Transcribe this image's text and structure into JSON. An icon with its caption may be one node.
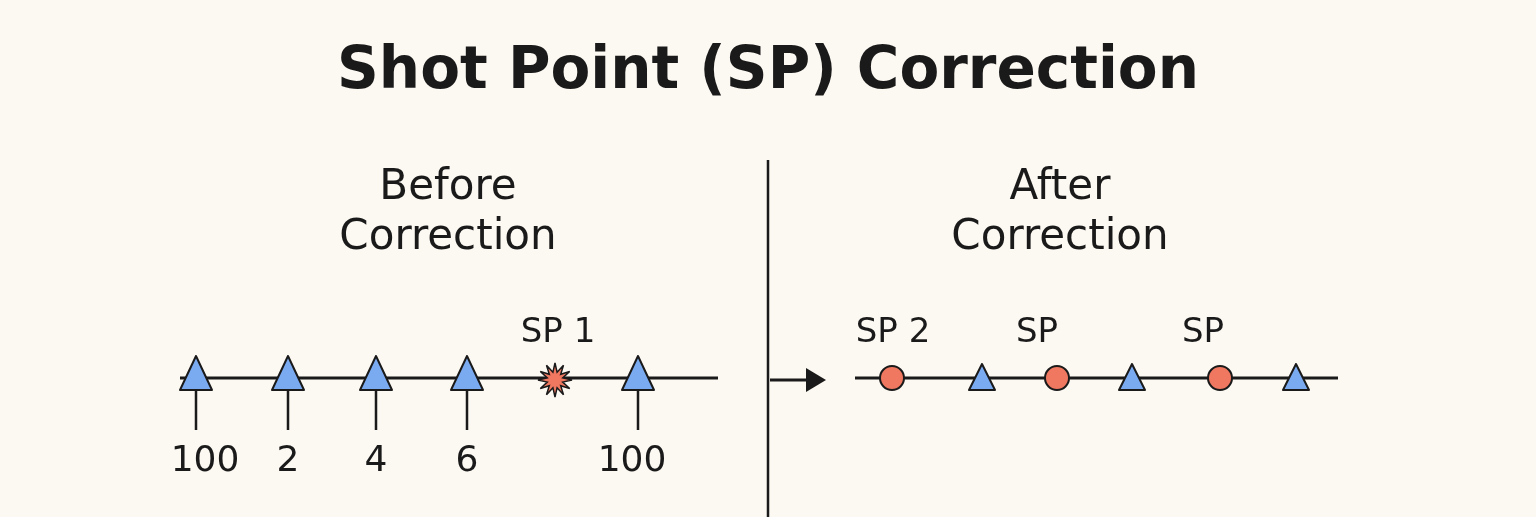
{
  "diagram": {
    "title": "Shot Point (SP) Correction",
    "labels": [
      "Before Correction",
      "After Correction",
      "SP 1",
      "100",
      "2",
      "4",
      "6",
      "100",
      "SP 2",
      "SP",
      "SP"
    ]
  }
}
